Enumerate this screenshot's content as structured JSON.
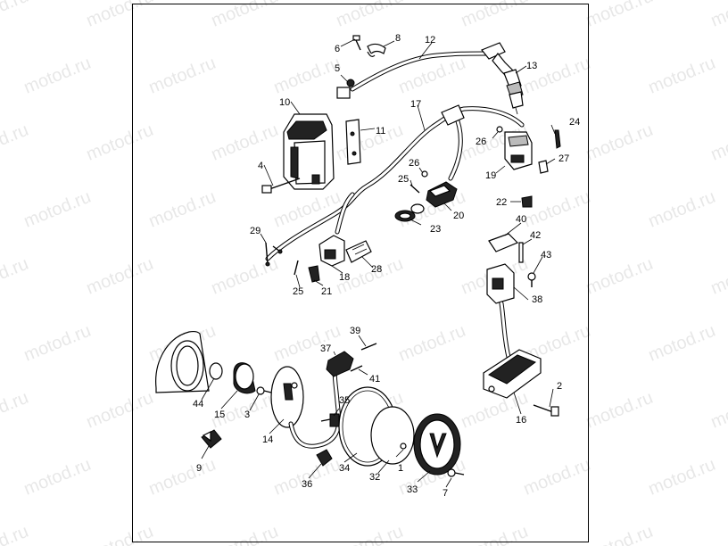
{
  "watermark": "motod.ru",
  "callouts": [
    "1",
    "2",
    "3",
    "4",
    "5",
    "6",
    "7",
    "8",
    "9",
    "10",
    "11",
    "12",
    "13",
    "14",
    "15",
    "16",
    "17",
    "18",
    "19",
    "20",
    "21",
    "22",
    "23",
    "24",
    "25",
    "25",
    "26",
    "26",
    "27",
    "28",
    "29",
    "32",
    "33",
    "34",
    "35",
    "36",
    "37",
    "38",
    "39",
    "40",
    "41",
    "42",
    "43",
    "44"
  ],
  "colors": {
    "ink": "#000000",
    "paper": "#ffffff",
    "watermark": "#000000"
  }
}
